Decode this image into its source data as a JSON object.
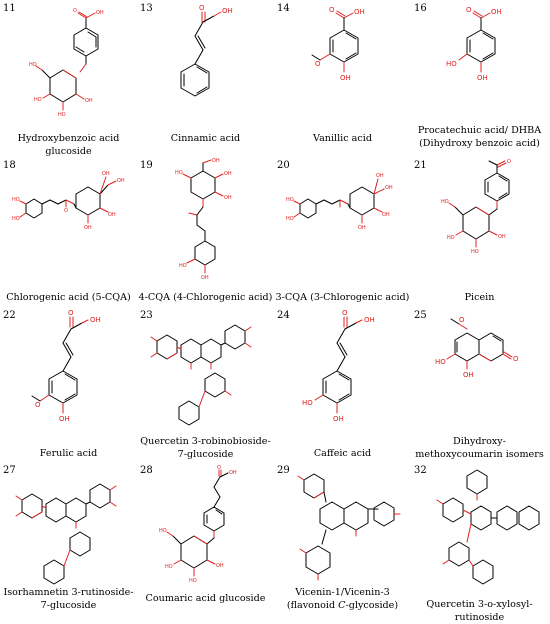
{
  "compounds": [
    {
      "number": "11",
      "name": "Hydroxybenzoic acid glucoside"
    },
    {
      "number": "13",
      "name": "Cinnamic acid"
    },
    {
      "number": "14",
      "name": "Vanillic acid"
    },
    {
      "number": "16",
      "name": "Procatechuic acid/ DHBA (Dihydroxy benzoic acid)"
    },
    {
      "number": "18",
      "name": "Chlorogenic acid (5-CQA)"
    },
    {
      "number": "19",
      "name": "4-CQA (4-Chlorogenic acid)"
    },
    {
      "number": "20",
      "name": "3-CQA (3-Chlorogenic acid)"
    },
    {
      "number": "21",
      "name": "Picein"
    },
    {
      "number": "22",
      "name": "Ferulic acid"
    },
    {
      "number": "23",
      "name": "Quercetin 3-robinobioside-7-glucoside"
    },
    {
      "number": "24",
      "name": "Caffeic acid"
    },
    {
      "number": "25",
      "name": "Dihydroxy-methoxycoumarin isomers"
    },
    {
      "number": "27",
      "name": "Isorhamnetin 3-rutinoside-7-glucoside"
    },
    {
      "number": "28",
      "name": "Coumaric acid glucoside"
    },
    {
      "number": "29",
      "name": "Vicenin-1/Vicenin-3 (flavonoid C-glycoside)",
      "italic_part": "C"
    },
    {
      "number": "32",
      "name": "Quercetin 3-o-xylosyl-rutinoside"
    }
  ],
  "atom_labels": {
    "oh": "OH",
    "o": "O",
    "ho": "HO"
  },
  "colors": {
    "heteroatom": "#e02020",
    "bond": "#000000"
  }
}
